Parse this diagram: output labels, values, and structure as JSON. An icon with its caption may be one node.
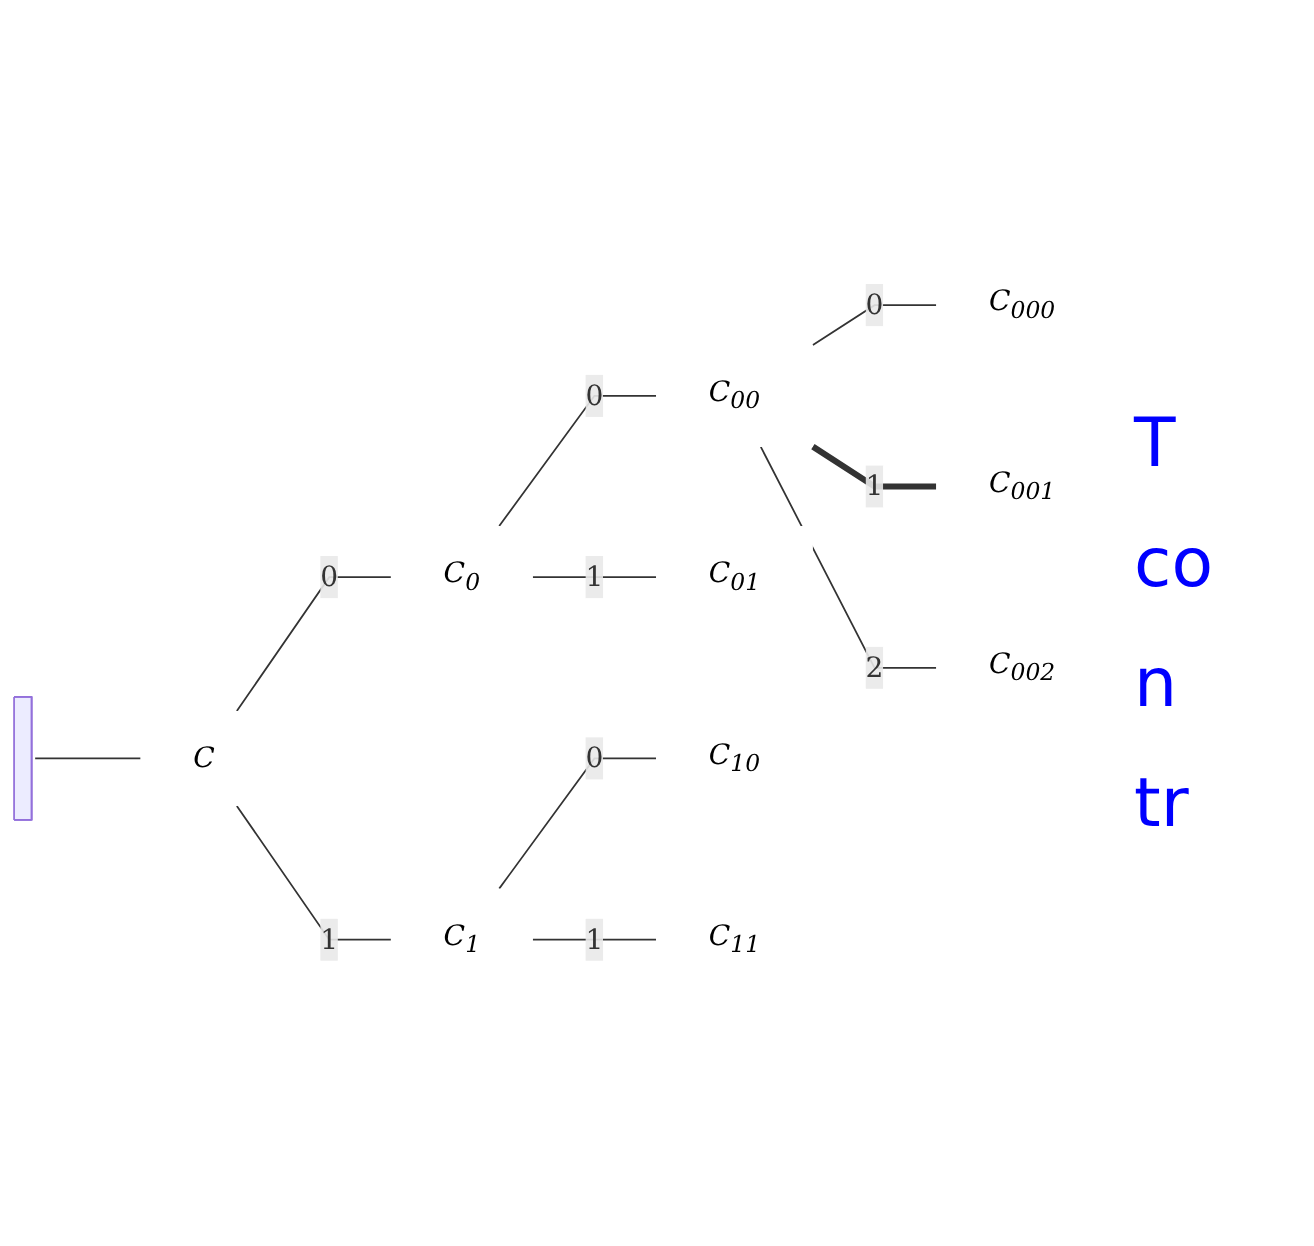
{
  "diagram": {
    "nodes": [
      {
        "text": [],
        "shape": "bar"
      },
      {
        "text": [
          "C"
        ]
      },
      {
        "text": [
          "C$_{0}$"
        ]
      },
      {
        "text": [
          "C$_{00}$"
        ]
      },
      {
        "text": [
          "C$_{000}$"
        ]
      },
      {
        "text": [
          "C$_{001}$"
        ]
      },
      {
        "text": [
          "C$_{002}$"
        ]
      },
      {
        "text": [
          "C$_{01}$"
        ]
      },
      {
        "text": [
          "C$_{1}$"
        ]
      },
      {
        "text": [
          "C$_{10}$"
        ]
      },
      {
        "text": [
          "C$_{11}$"
        ]
      }
    ],
    "edges": [
      {
        "from": 0,
        "to": 1,
        "arrow": "none"
      },
      {
        "from": 1,
        "to": 2,
        "arrow": "none",
        "label": "0"
      },
      {
        "from": 2,
        "to": 3,
        "arrow": "none",
        "label": "0"
      },
      {
        "from": 3,
        "to": 4,
        "arrow": "none",
        "label": "0"
      },
      {
        "from": 3,
        "to": 5,
        "arrow": "none",
        "label": "1",
        "style": "thick"
      },
      {
        "from": 3,
        "to": 6,
        "arrow": "none",
        "label": "2"
      },
      {
        "from": 2,
        "to": 7,
        "arrow": "none",
        "label": "1"
      },
      {
        "from": 1,
        "to": 8,
        "arrow": "none",
        "label": "1"
      },
      {
        "from": 8,
        "to": 9,
        "arrow": "none",
        "label": "0"
      },
      {
        "from": 8,
        "to": 10,
        "arrow": "none",
        "label": "1"
      }
    ],
    "labels": [
      "T",
      "co",
      "n",
      "tr"
    ]
  }
}
